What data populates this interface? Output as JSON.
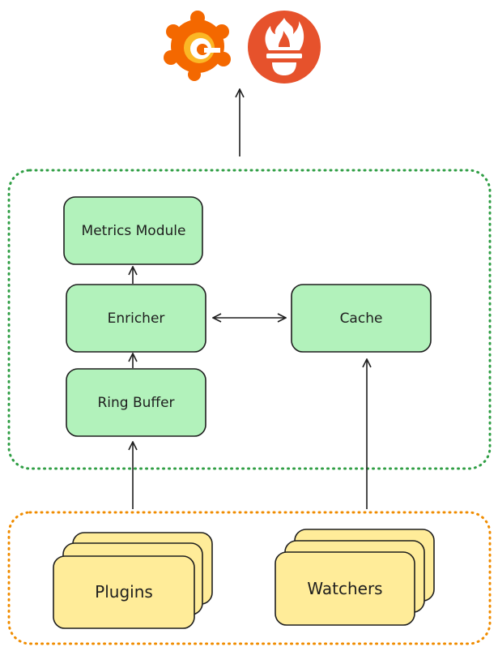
{
  "logos": [
    {
      "name": "grafana-logo",
      "color": "#f46800",
      "color2": "#fbb725"
    },
    {
      "name": "prometheus-logo",
      "color": "#e6522c"
    }
  ],
  "colors": {
    "green_fill": "#b2f2bb",
    "yellow_fill": "#ffec99",
    "stroke": "#1e1e1e",
    "green_border": "#2f9e44",
    "orange_border": "#f08c00"
  },
  "nodes": {
    "metrics_module": "Metrics Module",
    "enricher": "Enricher",
    "cache": "Cache",
    "ring_buffer": "Ring Buffer",
    "plugins": "Plugins",
    "watchers": "Watchers"
  }
}
